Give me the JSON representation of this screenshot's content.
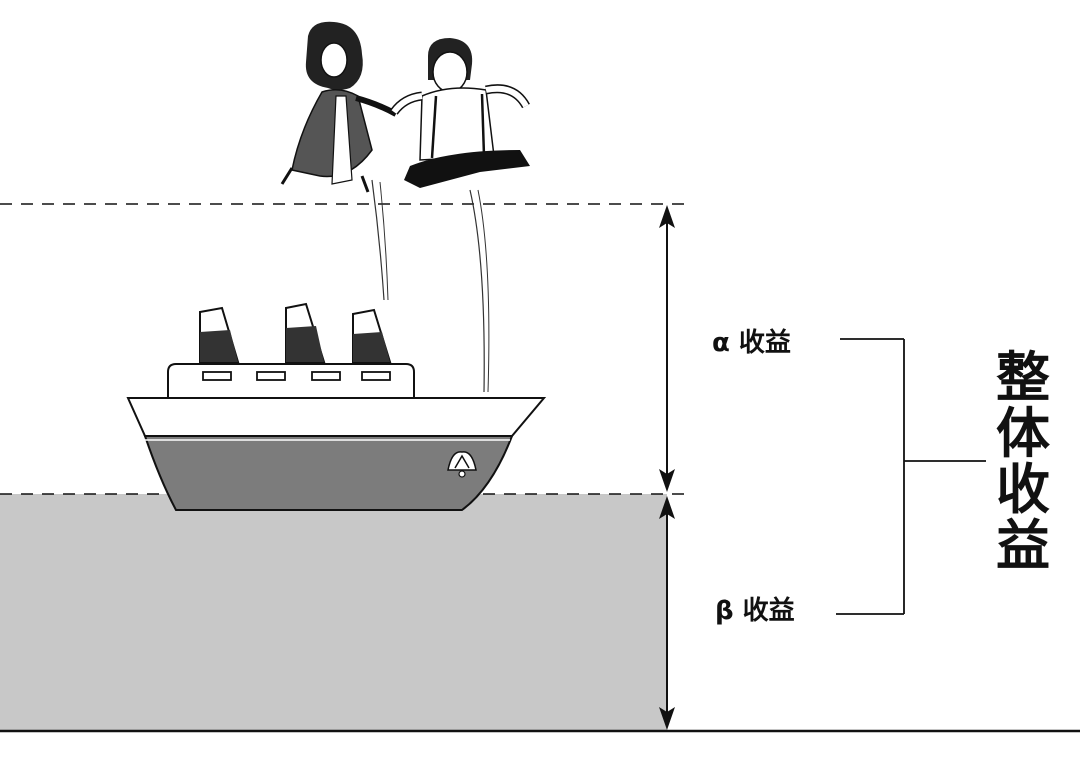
{
  "labels": {
    "alpha_return": "α 收益",
    "beta_return": "β 收益",
    "total_return": "整体收益"
  },
  "colors": {
    "water": "#c8c8c8",
    "hull_lower": "#7c7c7c",
    "ink": "#111111",
    "background": "#ffffff"
  },
  "icons": [
    "couple-jumping-illustration",
    "ship-illustration",
    "ship-emblem-icon",
    "double-arrow-icon",
    "bracket-icon"
  ]
}
